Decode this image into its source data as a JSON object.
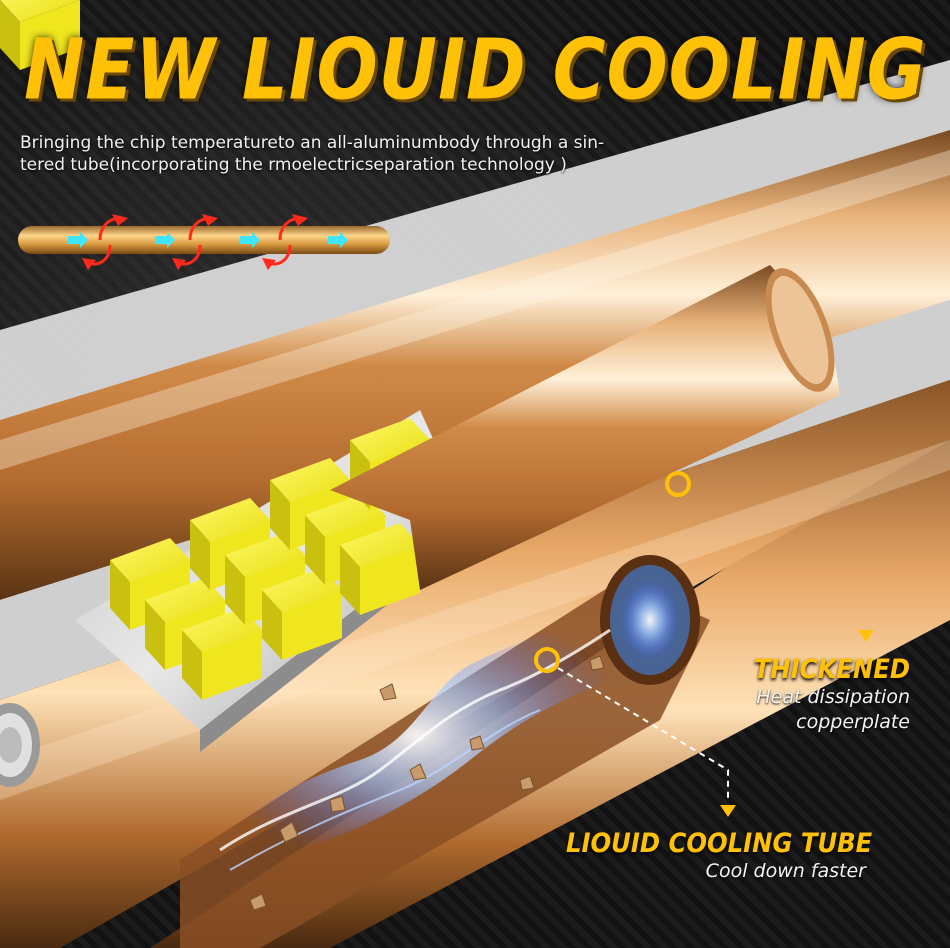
{
  "header": {
    "title": "NEW LIOUID COOLING TUBE",
    "subtitle_line1": "Bringing the chip temperatureto an all-aluminumbody through a sin-",
    "subtitle_line2": "tered tube(incorporating the rmoelectricseparation technology )"
  },
  "callouts": [
    {
      "heading": "THICKENED",
      "line1": "Heat dissipation",
      "line2": "copperplate"
    },
    {
      "heading": "LIOUID COOLING TUBE",
      "line1": "Cool down faster"
    }
  ],
  "colors": {
    "accent": "#ffc107",
    "copper": "#d39a5c",
    "chip": "#f3ee22",
    "background": "#141414"
  },
  "icons": [
    "red-heat-arrow-icon",
    "cyan-flow-arrow-icon",
    "yellow-triangle-marker-icon",
    "yellow-ring-marker-icon"
  ]
}
